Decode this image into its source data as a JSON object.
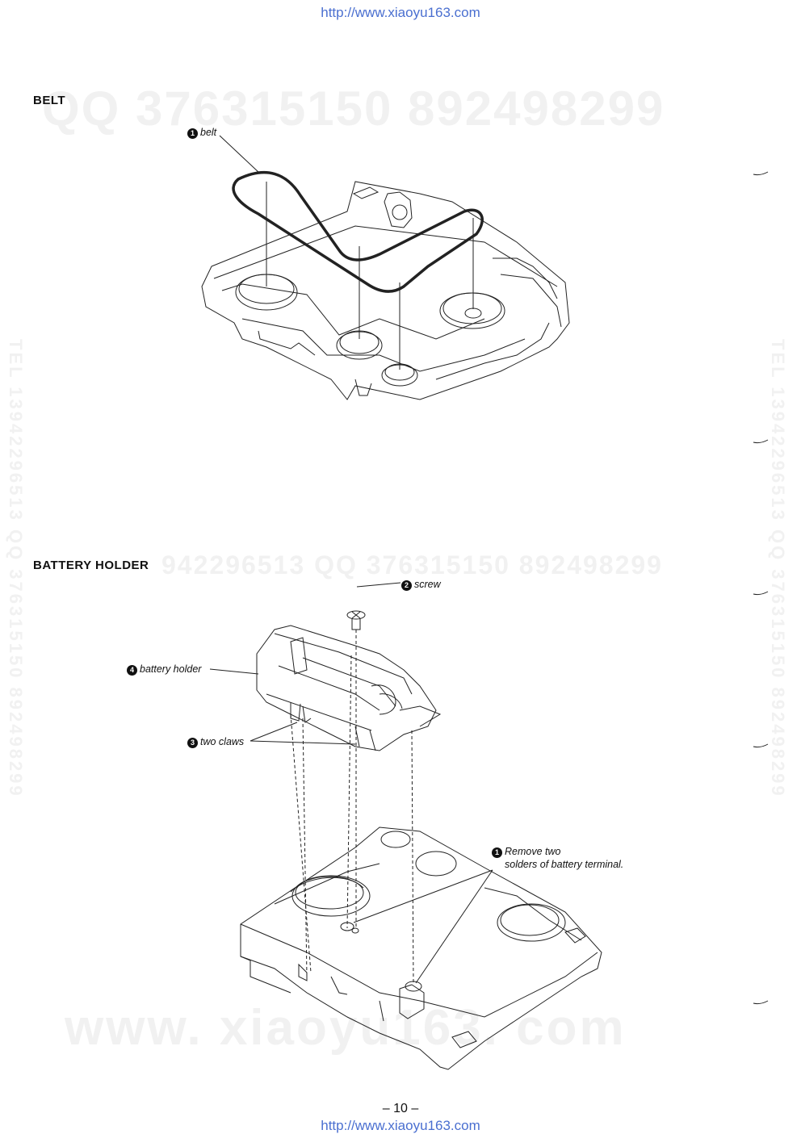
{
  "header_url": "http://www.xiaoyu163.com",
  "footer_url": "http://www.xiaoyu163.com",
  "watermarks": {
    "qq_top": "QQ 376315150   892498299",
    "qq_mid": "942296513     QQ  376315150  892498299",
    "site": "www. xiaoyu163. com",
    "vertical_left": "TEL 13942296513 QQ 376315150 892498299",
    "vertical_right": "TEL 13942296513 QQ 376315150 892498299"
  },
  "sections": {
    "belt": {
      "title": "BELT",
      "callouts": [
        {
          "number": "1",
          "text": "belt"
        }
      ]
    },
    "battery_holder": {
      "title": "BATTERY  HOLDER",
      "callouts": [
        {
          "number": "2",
          "text": "screw"
        },
        {
          "number": "4",
          "text": "battery holder"
        },
        {
          "number": "3",
          "text": "two claws"
        },
        {
          "number": "1",
          "text_line1": "Remove two",
          "text_line2": "solders of battery terminal."
        }
      ]
    }
  },
  "page_number": "– 10 –",
  "icons": [
    "number-badge-icon",
    "belt-diagram-icon",
    "battery-holder-diagram-icon"
  ]
}
